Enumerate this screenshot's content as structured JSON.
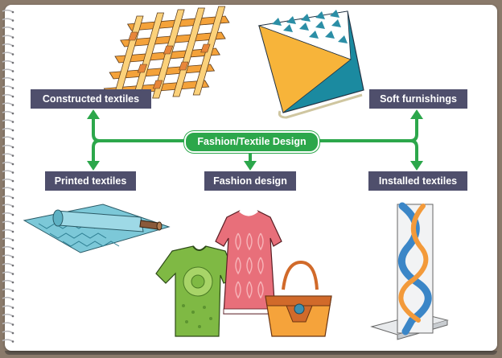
{
  "diagram": {
    "center": "Fashion/Textile Design",
    "nodes": {
      "constructed": "Constructed textiles",
      "soft": "Soft furnishings",
      "printed": "Printed textiles",
      "fashion": "Fashion design",
      "installed": "Installed textiles"
    }
  },
  "colors": {
    "connector": "#2ca74b",
    "label_bg": "#4f4f6c",
    "paper": "#ffffff",
    "binding": "#8a7a6b"
  },
  "illustrations": [
    "woven-strips",
    "triangle-cushion",
    "fabric-roll",
    "green-tshirt",
    "pink-dress",
    "orange-handbag",
    "twisted-installation"
  ]
}
